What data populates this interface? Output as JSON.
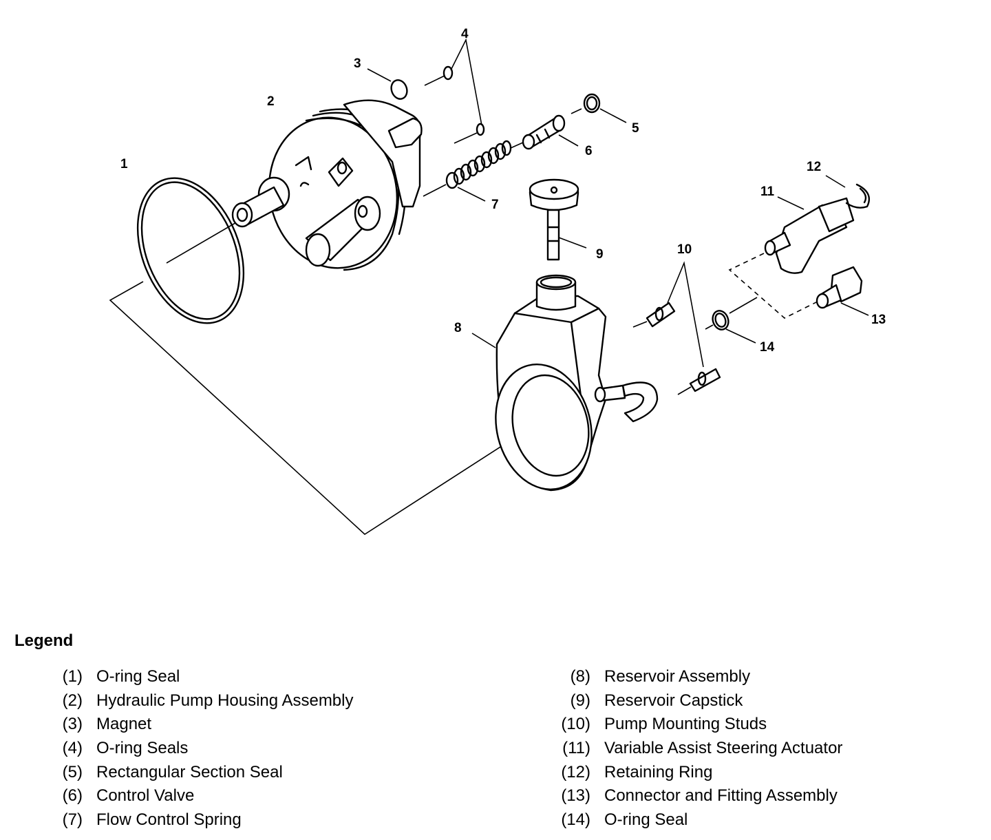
{
  "diagram": {
    "callouts": [
      "1",
      "2",
      "3",
      "4",
      "5",
      "6",
      "7",
      "8",
      "9",
      "10",
      "11",
      "12",
      "13",
      "14"
    ]
  },
  "legend": {
    "title": "Legend",
    "left": [
      {
        "num": "(1)",
        "label": "O-ring Seal"
      },
      {
        "num": "(2)",
        "label": "Hydraulic Pump Housing Assembly"
      },
      {
        "num": "(3)",
        "label": "Magnet"
      },
      {
        "num": "(4)",
        "label": "O-ring Seals"
      },
      {
        "num": "(5)",
        "label": "Rectangular Section Seal"
      },
      {
        "num": "(6)",
        "label": "Control Valve"
      },
      {
        "num": "(7)",
        "label": "Flow Control Spring"
      }
    ],
    "right": [
      {
        "num": "(8)",
        "label": "Reservoir Assembly"
      },
      {
        "num": "(9)",
        "label": "Reservoir Capstick"
      },
      {
        "num": "(10)",
        "label": "Pump Mounting Studs"
      },
      {
        "num": "(11)",
        "label": "Variable Assist Steering Actuator"
      },
      {
        "num": "(12)",
        "label": "Retaining Ring"
      },
      {
        "num": "(13)",
        "label": "Connector and Fitting Assembly"
      },
      {
        "num": "(14)",
        "label": "O-ring Seal"
      }
    ]
  }
}
